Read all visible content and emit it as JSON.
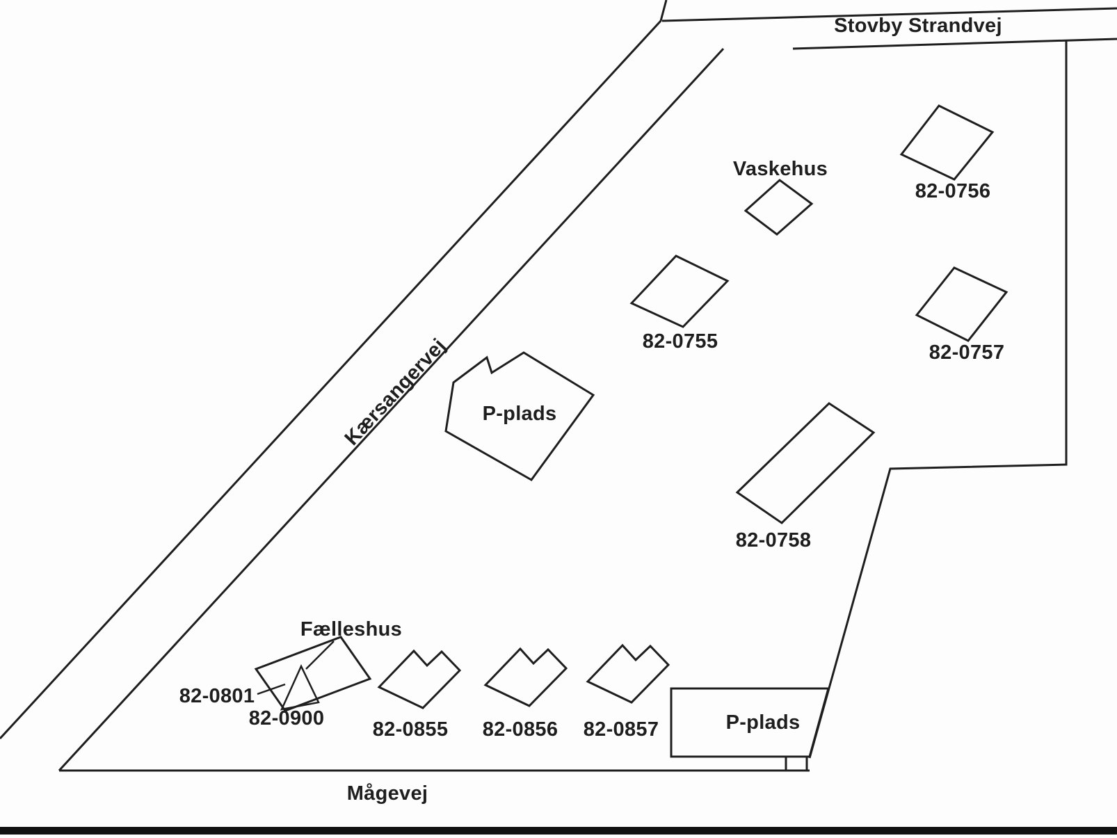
{
  "roads": {
    "top": "Stovby Strandvej",
    "left": "Kærsangervej",
    "bottom": "Mågevej"
  },
  "facilities": {
    "washhouse": "Vaskehus",
    "common_house": "Fælleshus",
    "parking_upper": "P-plads",
    "parking_lower": "P-plads"
  },
  "plots": {
    "p82_0755": "82-0755",
    "p82_0756": "82-0756",
    "p82_0757": "82-0757",
    "p82_0758": "82-0758",
    "p82_0801": "82-0801",
    "p82_0900": "82-0900",
    "p82_0855": "82-0855",
    "p82_0856": "82-0856",
    "p82_0857": "82-0857"
  },
  "colors": {
    "line": "#1e1e1e",
    "text": "#1e1e1e",
    "background": "#fdfdfd"
  }
}
